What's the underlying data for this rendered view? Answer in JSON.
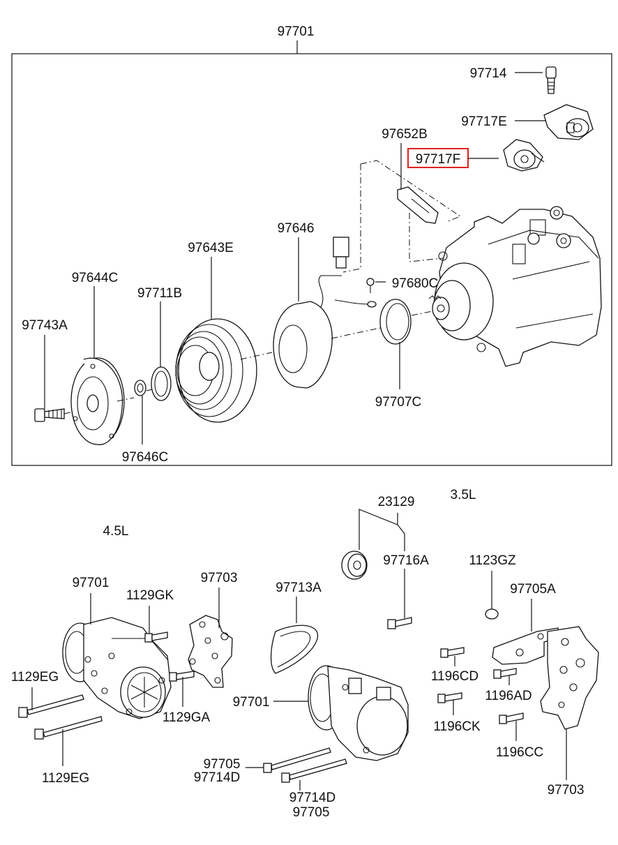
{
  "labels": {
    "top_97701": "97701",
    "l97714": "97714",
    "l97717E": "97717E",
    "l97652B": "97652B",
    "l97717F": "97717F",
    "l97646": "97646",
    "l97643E": "97643E",
    "l97644C": "97644C",
    "l97711B": "97711B",
    "l97680C": "97680C",
    "l97743A": "97743A",
    "l97707C": "97707C",
    "l97646C": "97646C",
    "l23129": "23129",
    "engine_35L": "3.5L",
    "engine_45L": "4.5L",
    "l97716A": "97716A",
    "l1123GZ": "1123GZ",
    "left_97701": "97701",
    "l1129GK": "1129GK",
    "left_97703": "97703",
    "l97713A": "97713A",
    "l97705A": "97705A",
    "l1129EG_a": "1129EG",
    "l1196CD": "1196CD",
    "l1196AD": "1196AD",
    "l1129GA": "1129GA",
    "mid_97701": "97701",
    "l1196CK": "1196CK",
    "l1129EG_b": "1129EG",
    "l1196CC": "1196CC",
    "l97705_a": "97705",
    "l97714D_a": "97714D",
    "l97714D_b": "97714D",
    "l97705_b": "97705",
    "right_97703": "97703"
  },
  "highlight": {
    "part": "97717F",
    "color": "#e02020"
  }
}
